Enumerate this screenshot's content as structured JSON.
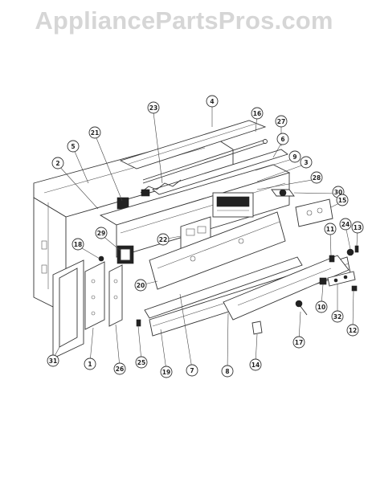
{
  "watermark": "AppliancePartsPros.com",
  "callouts": [
    "4",
    "23",
    "16",
    "27",
    "21",
    "5",
    "6",
    "2",
    "9",
    "3",
    "28",
    "30",
    "15",
    "22",
    "29",
    "18",
    "13",
    "24",
    "11",
    "20",
    "10",
    "32",
    "12",
    "17",
    "31",
    "1",
    "26",
    "25",
    "19",
    "7",
    "8",
    "14"
  ]
}
